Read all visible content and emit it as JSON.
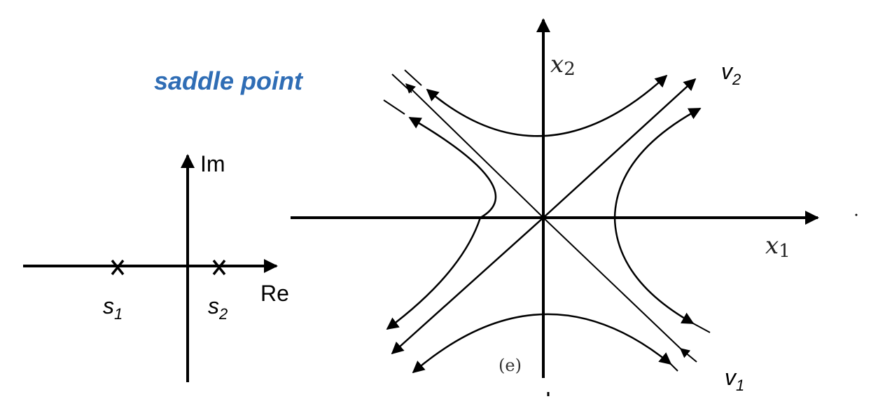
{
  "title": {
    "text": "saddle point",
    "color": "#2f6db5"
  },
  "s_plane": {
    "imag_axis_label": "Im",
    "real_axis_label": "Re",
    "poles": [
      {
        "symbol": "s",
        "subscript": "1"
      },
      {
        "symbol": "s",
        "subscript": "2"
      }
    ]
  },
  "phase_portrait": {
    "x_axis": {
      "symbol": "x",
      "subscript": "1"
    },
    "y_axis": {
      "symbol": "x",
      "subscript": "2"
    },
    "panel_label": "(e)",
    "eigenvectors": [
      {
        "symbol": "v",
        "subscript": "2",
        "direction": "outgoing"
      },
      {
        "symbol": "v",
        "subscript": "1",
        "direction": "incoming"
      }
    ]
  }
}
